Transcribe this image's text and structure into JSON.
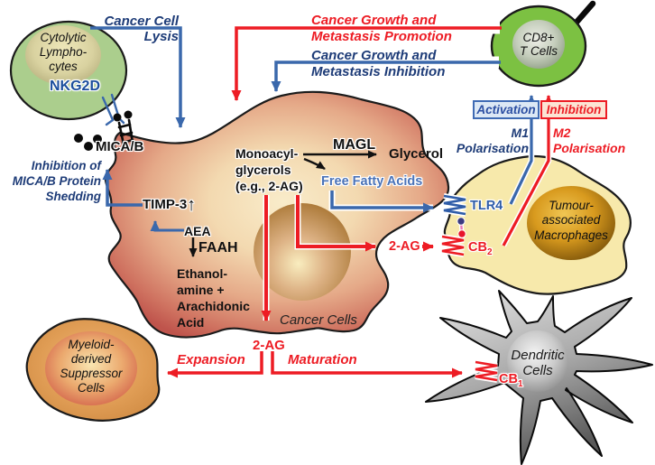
{
  "flows": {
    "lysis": [
      "Cancer Cell",
      "Lysis"
    ],
    "promotion": [
      "Cancer Growth and",
      "Metastasis Promotion"
    ],
    "growth_inhibition": [
      "Cancer Growth and",
      "Metastasis Inhibition"
    ],
    "mica_shedding": [
      "Inhibition of",
      "MICA/B Protein",
      "Shedding"
    ],
    "activation": "Activation",
    "inhibition": "Inhibition",
    "m1": [
      "M1",
      "Polarisation"
    ],
    "m2": [
      "M2",
      "Polarisation"
    ],
    "expansion": "Expansion",
    "maturation": "Maturation"
  },
  "cells": {
    "cytolytic_lymphocytes": {
      "name": [
        "Cytolytic",
        "Lympho-",
        "cytes"
      ],
      "receptor": "NKG2D"
    },
    "cd8_t_cells": {
      "name": [
        "CD8+",
        "T Cells"
      ]
    },
    "cancer_cells": {
      "name": "Cancer Cells"
    },
    "tumour_macrophages": {
      "name": [
        "Tumour-",
        "associated",
        "Macrophages"
      ]
    },
    "myeloid_suppressor": {
      "name": [
        "Myeloid-",
        "derived",
        "Suppressor",
        "Cells"
      ]
    },
    "dendritic": {
      "name": [
        "Dendritic",
        "Cells"
      ]
    }
  },
  "receptors": {
    "tlr4": "TLR4",
    "cb2": {
      "text": "CB",
      "sub": "2"
    },
    "cb1": {
      "text": "CB",
      "sub": "1"
    }
  },
  "molecules": {
    "mica_b": "MICA/B",
    "monoacylglycerols": [
      "Monoacyl-",
      "glycerols",
      "(e.g., 2-AG)"
    ],
    "magl": "MAGL",
    "glycerol": "Glycerol",
    "free_fatty_acids": "Free Fatty Acids",
    "timp3": "TIMP-3",
    "up_arrow": "↑",
    "aea": "AEA",
    "faah": "FAAH",
    "ethanolamine_products": [
      "Ethanol-",
      "amine +",
      "Arachidonic",
      "Acid"
    ],
    "two_ag": "2-AG"
  },
  "colors": {
    "blue_text": "#1e3c78",
    "blue_line": "#3a68ac",
    "red": "#ed1c24",
    "cd8_green": "#7cc142",
    "lymphocyte_green": "#abce8d",
    "macrophage_yellow": "#f7e9ab",
    "mdsc_orange": "#e7a75f",
    "activation_box_bg": "#dce8f5",
    "inhibition_box_bg": "#fce4d4"
  }
}
